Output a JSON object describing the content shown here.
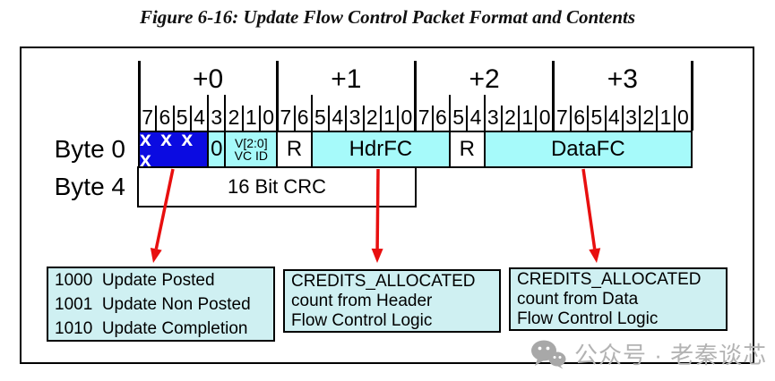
{
  "figure_title": "Figure 6-16: Update Flow Control Packet Format and Contents",
  "packet": {
    "byte_headers": [
      "+0",
      "+1",
      "+2",
      "+3"
    ],
    "bit_numbers": [
      "7",
      "6",
      "5",
      "4",
      "3",
      "2",
      "1",
      "0"
    ],
    "row_labels": {
      "byte0": "Byte 0",
      "byte4": "Byte 4"
    },
    "fields": [
      {
        "name": "dllp-type-field",
        "label": "x x x x",
        "bits": 4,
        "bg": "#0B0BE1",
        "fg": "#FFFFFF",
        "bold": true
      },
      {
        "name": "bit3-zero-field",
        "label": "0",
        "bits": 1,
        "bg": "#A6FAFA",
        "fg": "#000000"
      },
      {
        "name": "vc-id-field",
        "label": "V[2:0]",
        "label2": "VC ID",
        "bits": 3,
        "bg": "#A6FAFA",
        "fg": "#000000",
        "small": true
      },
      {
        "name": "reserved-field-1",
        "label": "R",
        "bits": 2,
        "bg": "#FFFFFF",
        "fg": "#000000"
      },
      {
        "name": "hdrfc-field",
        "label": "HdrFC",
        "bits": 8,
        "bg": "#A6FAFA",
        "fg": "#000000"
      },
      {
        "name": "reserved-field-2",
        "label": "R",
        "bits": 2,
        "bg": "#FFFFFF",
        "fg": "#000000"
      },
      {
        "name": "datafc-field",
        "label": "DataFC",
        "bits": 12,
        "bg": "#A6FAFA",
        "fg": "#000000"
      }
    ],
    "field_tick_bits": [
      4,
      5,
      10,
      18,
      20
    ],
    "crc_label": "16 Bit CRC"
  },
  "callouts": [
    {
      "name": "dllp-type-legend",
      "lines": [
        "1000  Update Posted",
        "1001  Update Non Posted",
        "1010  Update Completion"
      ]
    },
    {
      "name": "hdrfc-callout",
      "lines": [
        "CREDITS_ALLOCATED",
        "count from Header",
        "Flow Control Logic"
      ]
    },
    {
      "name": "datafc-callout",
      "lines": [
        "CREDITS_ALLOCATED",
        "count from Data",
        "Flow Control Logic"
      ]
    }
  ],
  "watermark": {
    "icon": "wechat-icon",
    "text": "公众号 · 老秦谈芯"
  },
  "colors": {
    "field_cyan": "#A6FAFA",
    "type_blue": "#0B0BE1",
    "callout_bg": "#CFF0F2",
    "arrow_red": "#E80F0F",
    "watermark_gray": "#B3B3B3",
    "border_black": "#000000"
  }
}
